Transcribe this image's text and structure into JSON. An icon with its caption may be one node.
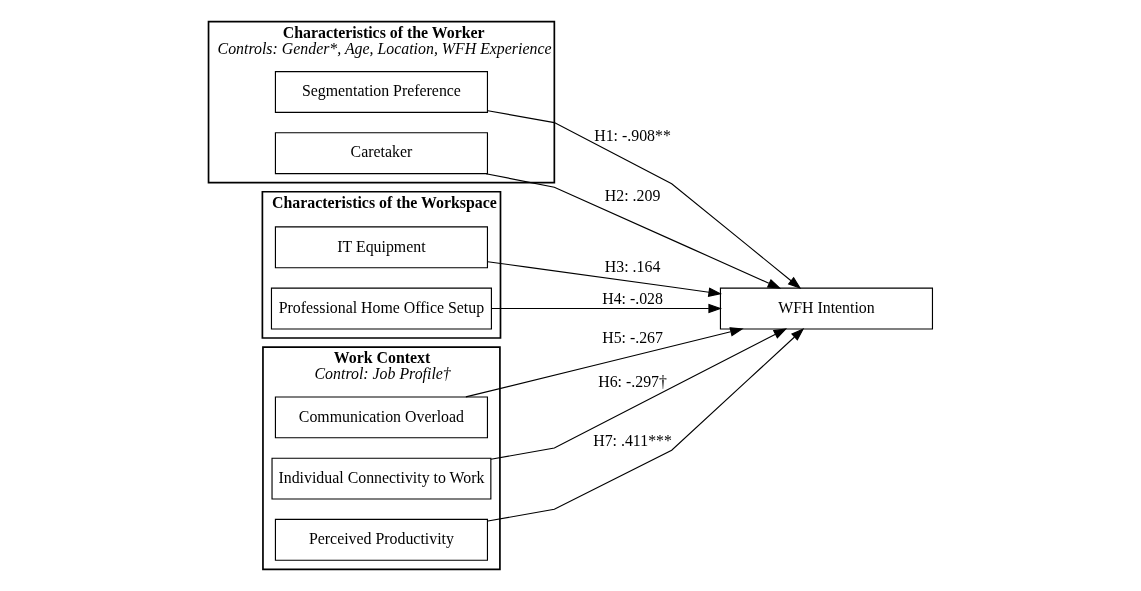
{
  "diagram": {
    "nodes": [
      {
        "text": [
          "Characteristics of the Worker",
          "Controls: Gender*, Age, Location, WFH Experience"
        ]
      },
      {
        "text": [
          "Segmentation Preference"
        ],
        "in": 0
      },
      {
        "text": [
          "Caretaker"
        ],
        "in": 0
      },
      {
        "text": [
          "Characteristics of the Workspace"
        ]
      },
      {
        "text": [
          "IT Equipment"
        ],
        "in": 3
      },
      {
        "text": [
          "Professional Home Office Setup"
        ],
        "in": 3
      },
      {
        "text": [
          "WFH Intention"
        ]
      },
      {
        "text": [
          "Work Context",
          "Control: Job Profile†"
        ]
      },
      {
        "text": [
          "Communication Overload"
        ],
        "in": 7
      },
      {
        "text": [
          "Individual Connectivity to Work"
        ],
        "in": 7
      },
      {
        "text": [
          "Perceived Productivity"
        ],
        "in": 7
      }
    ],
    "edges": [
      {
        "from": 1,
        "to": 6,
        "arrow": "to",
        "label": "H1: -.908**"
      },
      {
        "from": 2,
        "to": 6,
        "arrow": "to",
        "label": "H2: .209"
      },
      {
        "from": 4,
        "to": 6,
        "arrow": "to",
        "label": "H3: .164"
      },
      {
        "from": 5,
        "to": 6,
        "arrow": "to",
        "label": "H4: -.028"
      },
      {
        "from": 8,
        "to": 6,
        "arrow": "to",
        "label": "H5: -.267"
      },
      {
        "from": 9,
        "to": 6,
        "arrow": "to",
        "label": "H6: -.297†"
      },
      {
        "from": 10,
        "to": 6,
        "arrow": "to",
        "label": "H7: .411***"
      }
    ]
  }
}
